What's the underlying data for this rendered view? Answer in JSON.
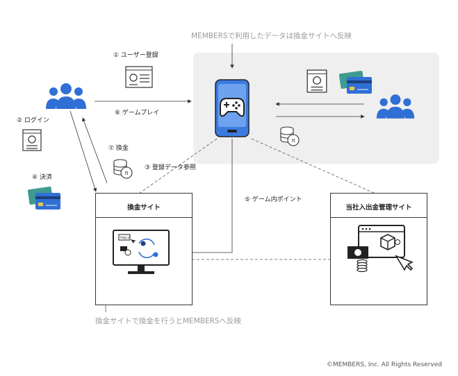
{
  "top_note": "MEMBERSで利用したデータは換金サイトへ反映",
  "bottom_note": "換金サイトで換金を行うとMEMBERSへ反映",
  "copyright": "©MEMBERS, Inc. All Rights Reserved",
  "steps": {
    "s1": "① ユーザー登録",
    "s2": "② ログイン",
    "s3": "③ 登録データ参照",
    "s4": "④ 決済",
    "s5": "⑤ ゲーム内ポイント",
    "s6": "⑥ ゲームプレイ",
    "s7": "⑦ 換金"
  },
  "boxes": {
    "exchange_site": "換金サイト",
    "admin_site": "当社入出金管理サイト"
  },
  "colors": {
    "user_blue": "#2f6fd6",
    "phone_blue": "#3b7be0",
    "panel_gray": "#efefef"
  },
  "icons": {
    "users": "users-group-icon",
    "phone": "smartphone-gamepad-icon",
    "profile": "profile-card-icon",
    "credit_cards": "credit-cards-icon",
    "coins": "coin-stack-icon",
    "monitor": "monitor-exchange-icon",
    "admin": "admin-dashboard-icon"
  }
}
